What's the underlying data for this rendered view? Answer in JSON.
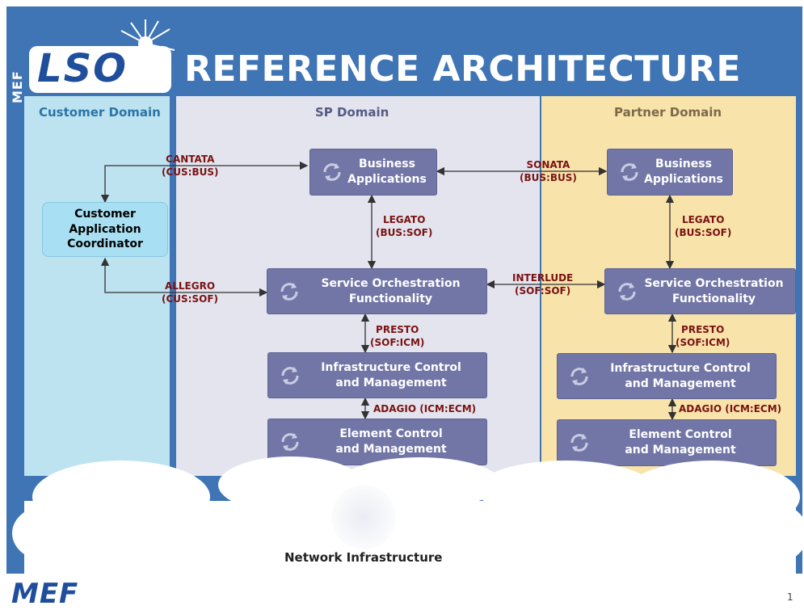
{
  "branding": {
    "vertical_logo": "MEF",
    "logo_text": "LSO",
    "bottom_logo": "MEF"
  },
  "title": "REFERENCE ARCHITECTURE",
  "domains": {
    "customer": "Customer Domain",
    "sp": "SP Domain",
    "partner": "Partner Domain"
  },
  "nodes": {
    "cac": [
      "Customer",
      "Application",
      "Coordinator"
    ],
    "sp_business": [
      "Business",
      "Applications"
    ],
    "sp_sof": [
      "Service Orchestration",
      "Functionality"
    ],
    "sp_icm": [
      "Infrastructure Control",
      "and Management"
    ],
    "sp_ecm": [
      "Element Control",
      "and Management"
    ],
    "p_business": [
      "Business",
      "Applications"
    ],
    "p_sof": [
      "Service Orchestration",
      "Functionality"
    ],
    "p_icm": [
      "Infrastructure Control",
      "and Management"
    ],
    "p_ecm": [
      "Element Control",
      "and Management"
    ]
  },
  "interfaces": {
    "cantata": [
      "CANTATA",
      "(CUS:BUS)"
    ],
    "allegro": [
      "ALLEGRO",
      "(CUS:SOF)"
    ],
    "sonata": [
      "SONATA",
      "(BUS:BUS)"
    ],
    "interlude": [
      "INTERLUDE",
      "(SOF:SOF)"
    ],
    "legato_sp": [
      "LEGATO",
      "(BUS:SOF)"
    ],
    "legato_p": [
      "LEGATO",
      "(BUS:SOF)"
    ],
    "presto_sp": [
      "PRESTO",
      "(SOF:ICM)"
    ],
    "presto_p": [
      "PRESTO",
      "(SOF:ICM)"
    ],
    "adagio_sp": "ADAGIO (ICM:ECM)",
    "adagio_p": "ADAGIO (ICM:ECM)"
  },
  "network": "Network Infrastructure",
  "page_number": "1",
  "colors": {
    "background": "#3f74b5",
    "customer_domain": "#bde3f1",
    "sp_domain": "#e3e4ee",
    "partner_domain": "#f8e3ab",
    "box": "#7276a6",
    "interface_label": "#7a1212",
    "logo": "#1f4f9c"
  },
  "icons": {
    "function_box": "refresh-cycle-icon",
    "logo_star": "star-burst-icon"
  }
}
